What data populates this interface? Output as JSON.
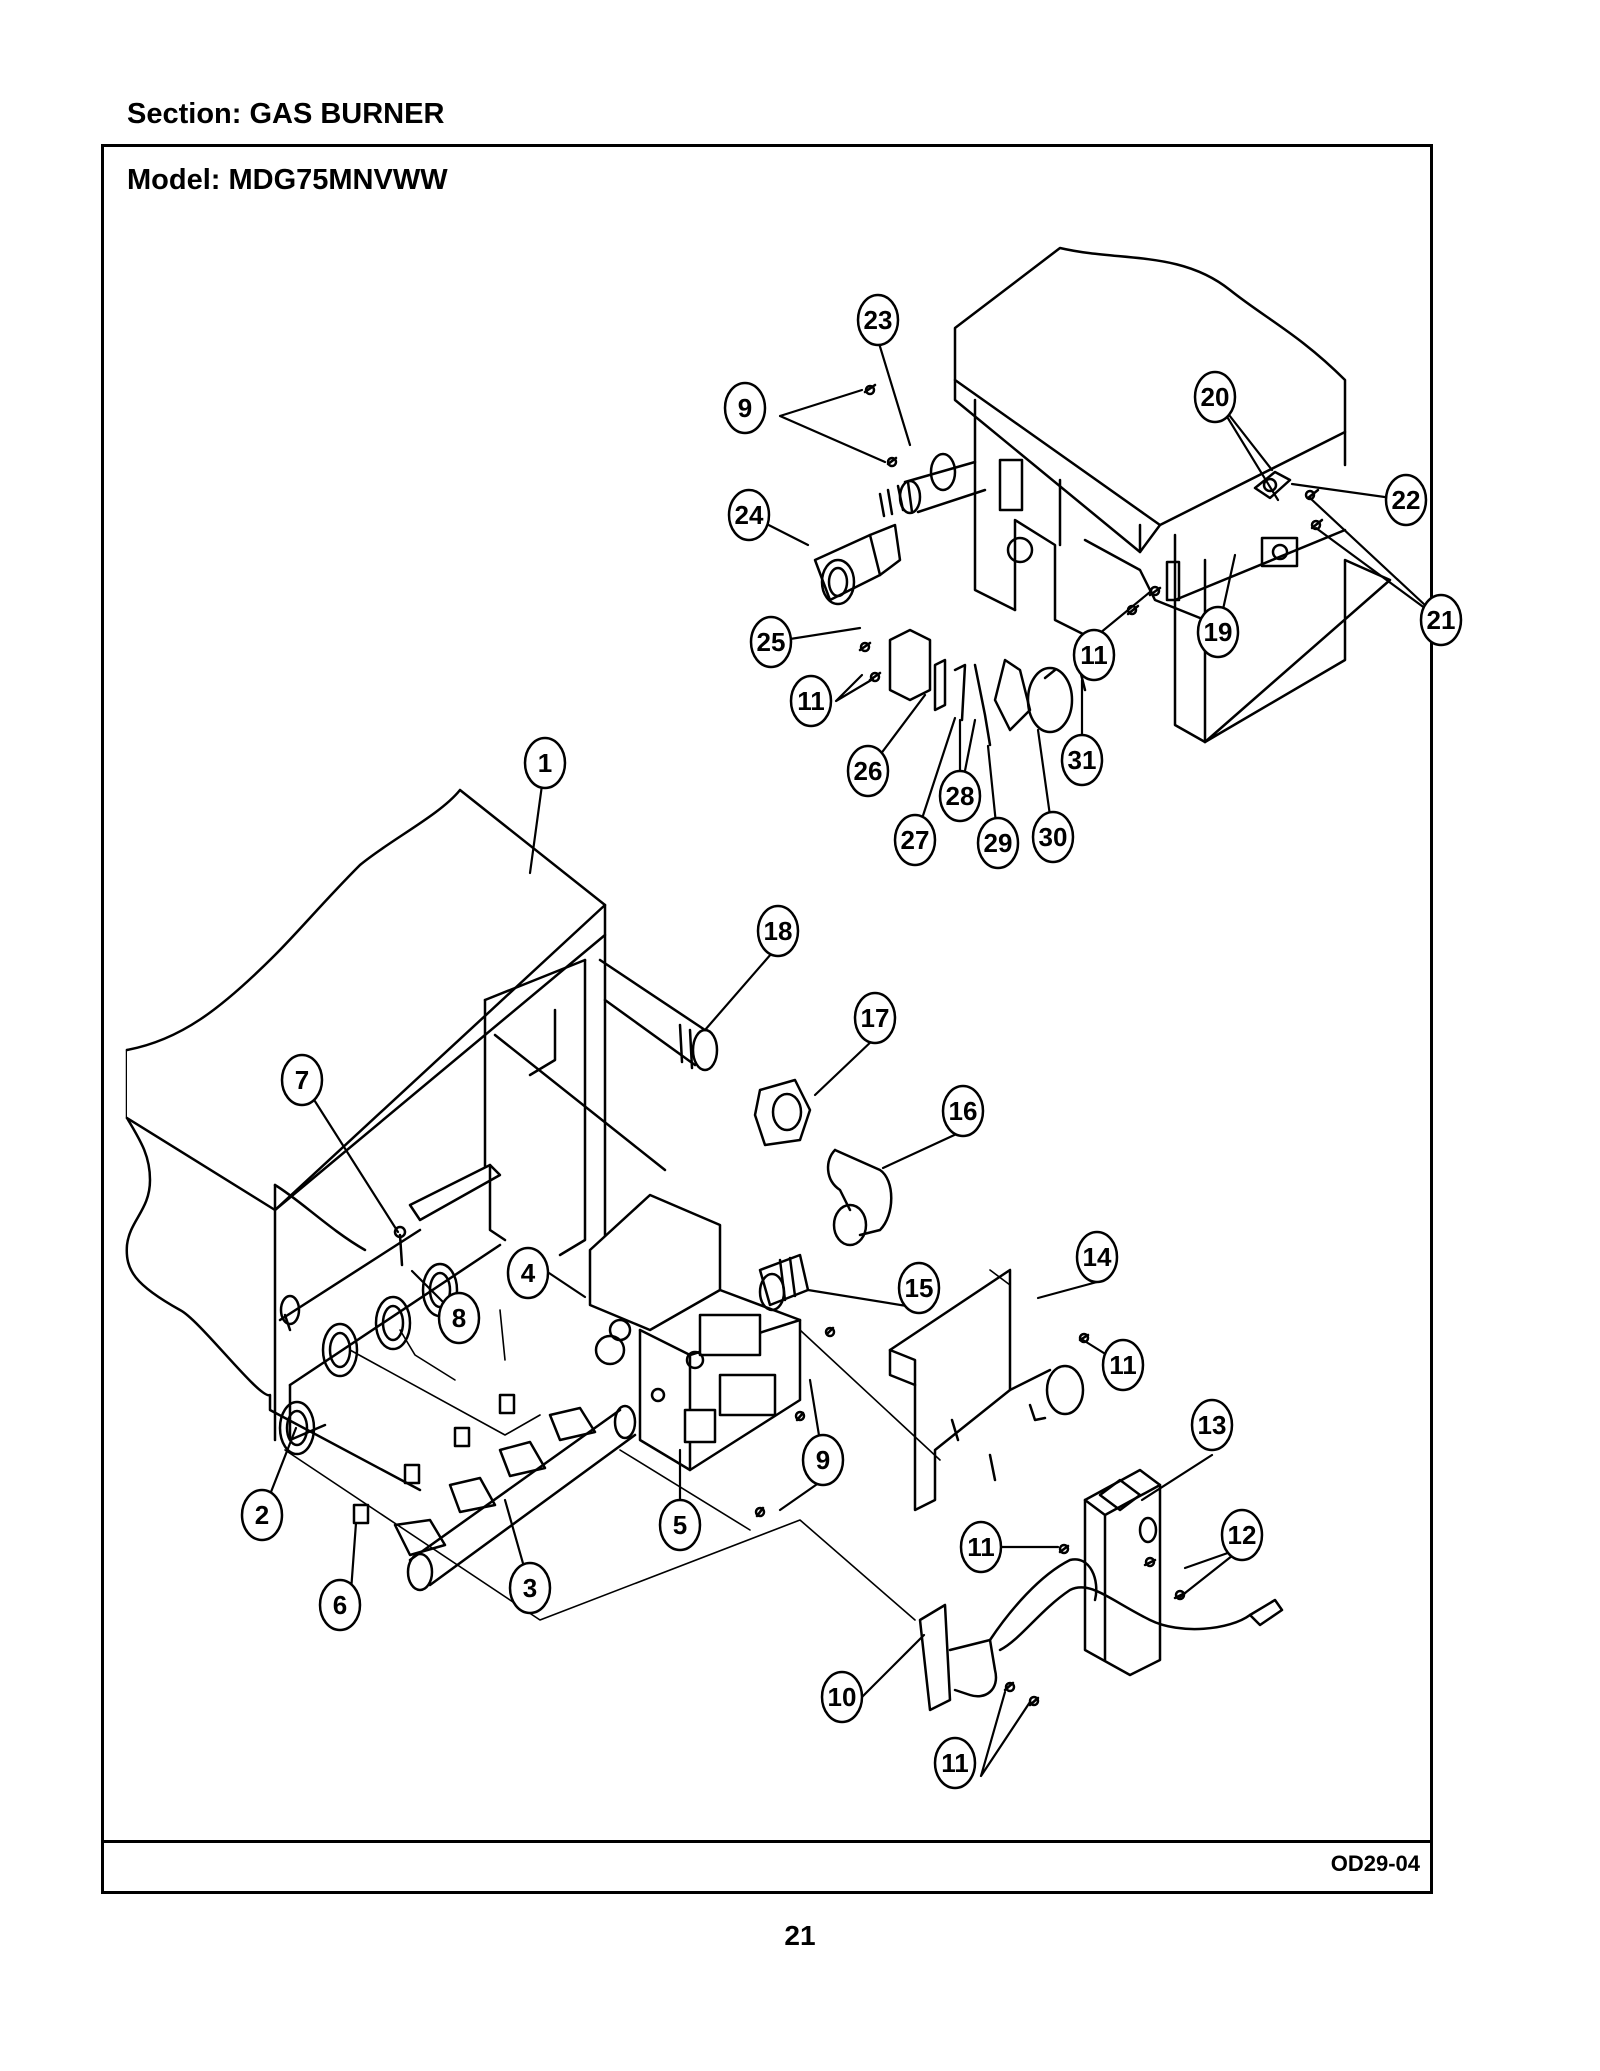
{
  "header": {
    "section": "Section:  GAS BURNER",
    "model": "Model:  MDG75MNVWW"
  },
  "footer": {
    "drawing_code": "OD29-04",
    "page_number": "21"
  },
  "callouts": [
    {
      "id": "c1",
      "label": "1"
    },
    {
      "id": "c2",
      "label": "2"
    },
    {
      "id": "c3",
      "label": "3"
    },
    {
      "id": "c4",
      "label": "4"
    },
    {
      "id": "c5",
      "label": "5"
    },
    {
      "id": "c6",
      "label": "6"
    },
    {
      "id": "c7",
      "label": "7"
    },
    {
      "id": "c8",
      "label": "8"
    },
    {
      "id": "c9a",
      "label": "9"
    },
    {
      "id": "c9b",
      "label": "9"
    },
    {
      "id": "c10",
      "label": "10"
    },
    {
      "id": "c11a",
      "label": "11"
    },
    {
      "id": "c11b",
      "label": "11"
    },
    {
      "id": "c11c",
      "label": "11"
    },
    {
      "id": "c11d",
      "label": "11"
    },
    {
      "id": "c11e",
      "label": "11"
    },
    {
      "id": "c12",
      "label": "12"
    },
    {
      "id": "c13",
      "label": "13"
    },
    {
      "id": "c14",
      "label": "14"
    },
    {
      "id": "c15",
      "label": "15"
    },
    {
      "id": "c16",
      "label": "16"
    },
    {
      "id": "c17",
      "label": "17"
    },
    {
      "id": "c18",
      "label": "18"
    },
    {
      "id": "c19",
      "label": "19"
    },
    {
      "id": "c20",
      "label": "20"
    },
    {
      "id": "c21",
      "label": "21"
    },
    {
      "id": "c22",
      "label": "22"
    },
    {
      "id": "c23",
      "label": "23"
    },
    {
      "id": "c24",
      "label": "24"
    },
    {
      "id": "c25",
      "label": "25"
    },
    {
      "id": "c26",
      "label": "26"
    },
    {
      "id": "c27",
      "label": "27"
    },
    {
      "id": "c28",
      "label": "28"
    },
    {
      "id": "c29",
      "label": "29"
    },
    {
      "id": "c30",
      "label": "30"
    },
    {
      "id": "c31",
      "label": "31"
    }
  ]
}
